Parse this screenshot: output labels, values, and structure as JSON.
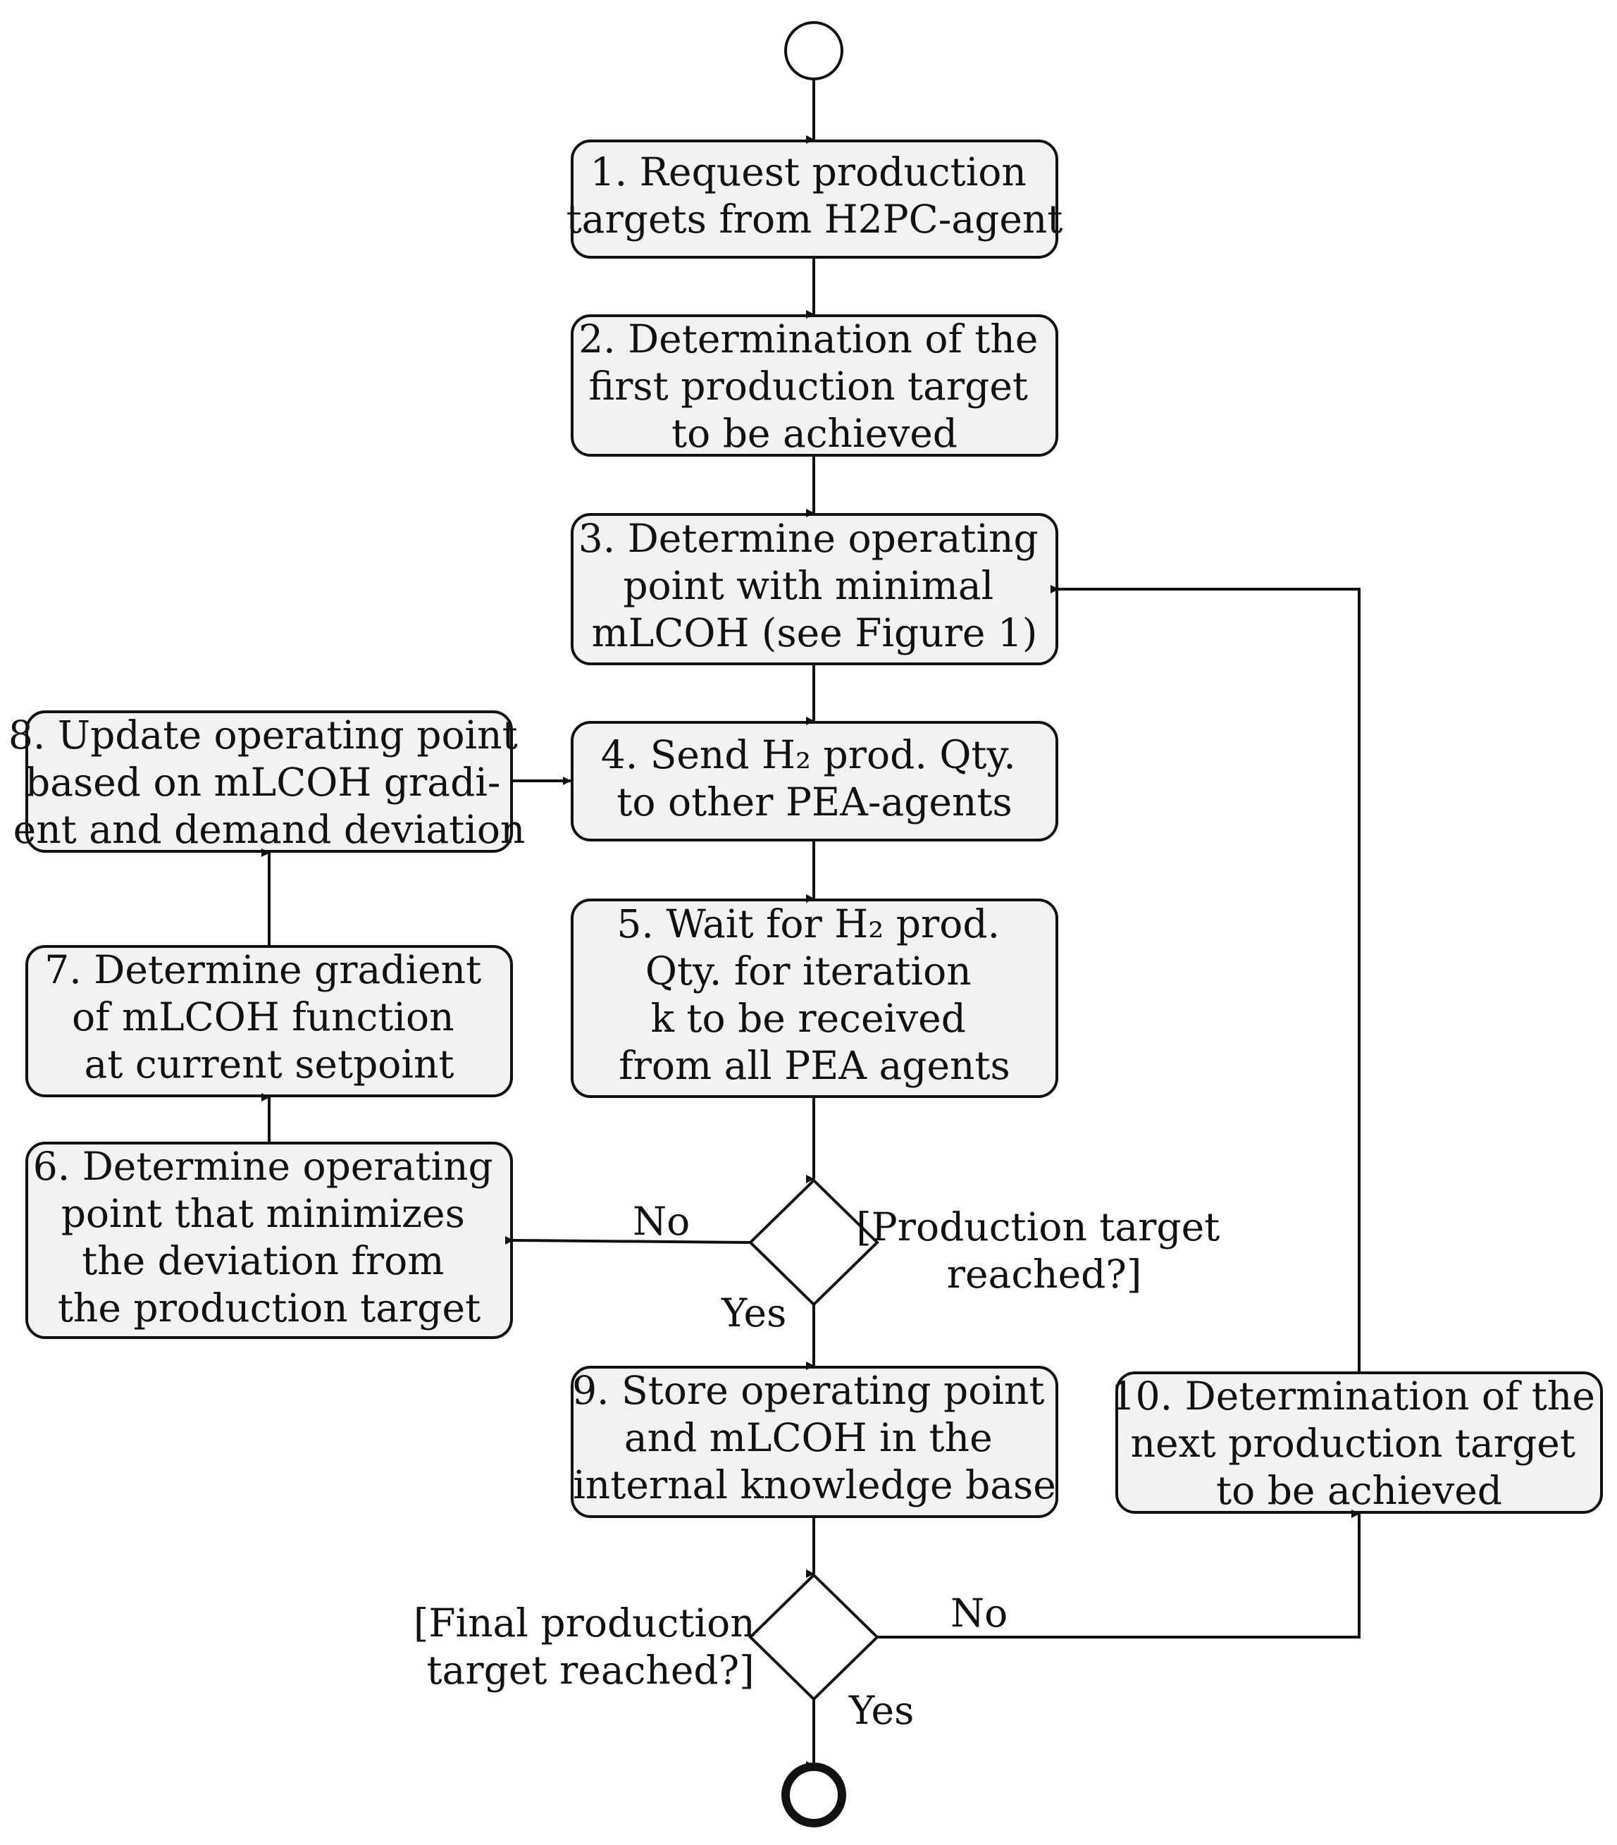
{
  "nodes": {
    "n1": [
      "1.  Request production",
      "targets from H2PC-agent"
    ],
    "n2": [
      "2.  Determination of the",
      "first production target",
      "to be achieved"
    ],
    "n3": [
      "3.  Determine operating",
      "point with minimal",
      "mLCOH (see Figure 1)"
    ],
    "n4": [
      "4.  Send H₂ prod.  Qty.",
      "to other PEA-agents"
    ],
    "n5": [
      "5.  Wait for H₂ prod.",
      "Qty.  for iteration",
      "k to be received",
      "from all PEA agents"
    ],
    "n6": [
      "6.  Determine operating",
      "point that minimizes",
      "the deviation from",
      "the production target"
    ],
    "n7": [
      "7.  Determine gradient",
      "of mLCOH function",
      "at current setpoint"
    ],
    "n8": [
      "8.  Update operating point",
      "based on mLCOH gradi-",
      "ent and demand deviation"
    ],
    "n9": [
      "9.  Store operating point",
      "and mLCOH in the",
      "internal knowledge base"
    ],
    "n10": [
      "10.  Determination of the",
      "next production target",
      "to be achieved"
    ]
  },
  "decisions": {
    "d1": [
      "[Production target",
      "reached?]"
    ],
    "d2": [
      "[Final production",
      "target reached?]"
    ]
  },
  "edge_labels": {
    "d1_no": "No",
    "d1_yes": "Yes",
    "d2_no": "No",
    "d2_yes": "Yes"
  }
}
